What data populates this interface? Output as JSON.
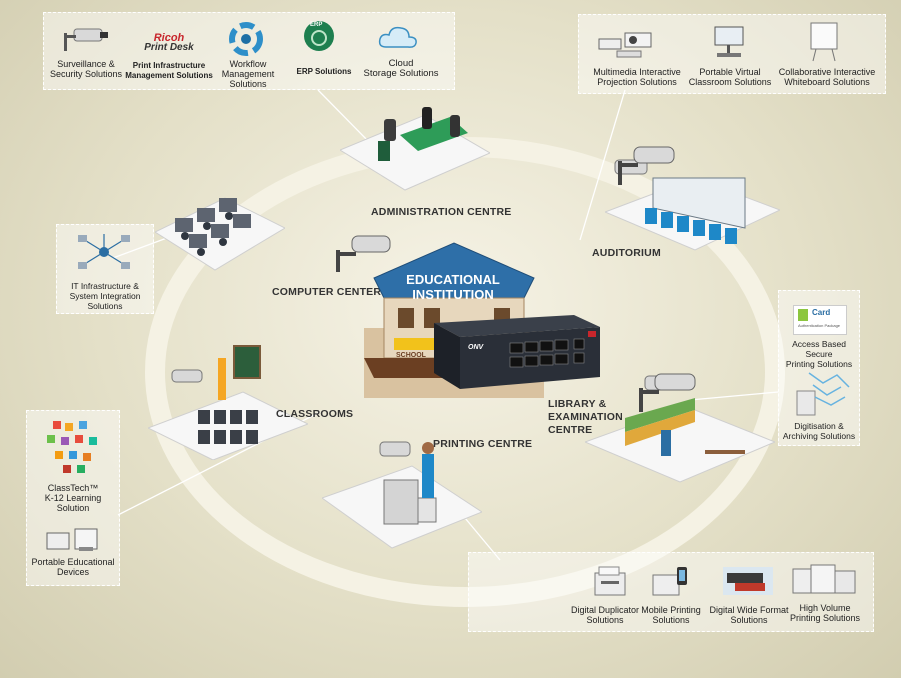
{
  "center": {
    "title_line1": "EDUCATIONAL",
    "title_line2": "INSTITUTION",
    "switch_brand": "ONV",
    "school_sign": "SCHOOL"
  },
  "nodes": {
    "administration": "ADMINISTRATION CENTRE",
    "computer": "COMPUTER CENTER",
    "auditorium": "AUDITORIUM",
    "classrooms": "CLASSROOMS",
    "printing": "PRINTING CENTRE",
    "library_1": "LIBRARY &",
    "library_2": "EXAMINATION",
    "library_3": "CENTRE"
  },
  "top_left_box": [
    {
      "l1": "Surveillance &",
      "l2": "Security Solutions"
    },
    {
      "logo1": "Ricoh",
      "logo2": "Print Desk",
      "l1": "Print Infrastructure",
      "l2": "Management Solutions"
    },
    {
      "l1": "Workflow",
      "l2": "Management Solutions"
    },
    {
      "badge": "ERP",
      "l1": "ERP Solutions"
    },
    {
      "l1": "Cloud",
      "l2": "Storage Solutions"
    }
  ],
  "top_right_box": [
    {
      "l1": "Multimedia Interactive",
      "l2": "Projection Solutions"
    },
    {
      "l1": "Portable Virtual",
      "l2": "Classroom Solutions"
    },
    {
      "l1": "Collaborative Interactive",
      "l2": "Whiteboard Solutions"
    }
  ],
  "left_box": {
    "l1": "IT Infrastructure &",
    "l2": "System Integration",
    "l3": "Solutions"
  },
  "bottom_left_box": {
    "a1": "ClassTech™",
    "a2": "K-12 Learning",
    "a3": "Solution",
    "b1": "Portable Educational",
    "b2": "Devices"
  },
  "right_box": {
    "card_title": "Card",
    "card_sub": "Authentication Package",
    "a1": "Access Based Secure",
    "a2": "Printing Solutions",
    "b1": "Digitisation &",
    "b2": "Archiving Solutions"
  },
  "bottom_right_box": [
    {
      "l1": "Digital Duplicator",
      "l2": "Solutions"
    },
    {
      "l1": "Mobile Printing",
      "l2": "Solutions"
    },
    {
      "l1": "Digital Wide Format",
      "l2": "Solutions"
    },
    {
      "l1": "High Volume",
      "l2": "Printing Solutions"
    }
  ],
  "colors": {
    "ring": "#f4f1e2",
    "building_roof": "#2e6fa8",
    "switch_body": "#2a2f38",
    "accent_red": "#c8262c"
  }
}
